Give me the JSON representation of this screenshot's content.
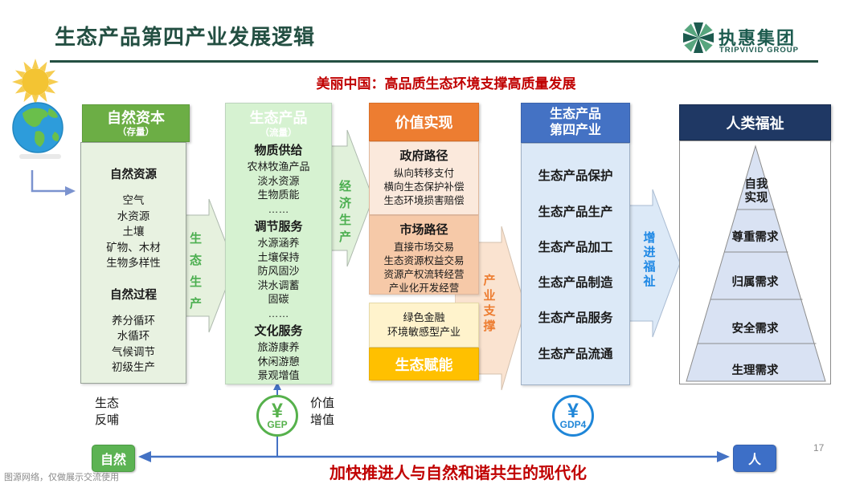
{
  "header": {
    "title": "生态产品第四产业发展逻辑",
    "subtitle": "美丽中国：高品质生态环境支撑高质量发展",
    "logo_name": "执惠集团",
    "logo_sub": "TRIPVIVID GROUP"
  },
  "col1": {
    "header": "自然资本",
    "header_sub": "（存量）",
    "g1_title": "自然资源",
    "g1_items": [
      "空气",
      "水资源",
      "土壤",
      "矿物、木材",
      "生物多样性"
    ],
    "g2_title": "自然过程",
    "g2_items": [
      "养分循环",
      "水循环",
      "气候调节",
      "初级生产"
    ]
  },
  "col2": {
    "header": "生态产品",
    "header_sub": "（流量）",
    "g1_title": "物质供给",
    "g1_items": [
      "农林牧渔产品",
      "淡水资源",
      "生物质能",
      "……"
    ],
    "g2_title": "调节服务",
    "g2_items": [
      "水源涵养",
      "土壤保持",
      "防风固沙",
      "洪水调蓄",
      "固碳",
      "……"
    ],
    "g3_title": "文化服务",
    "g3_items": [
      "旅游康养",
      "休闲游憩",
      "景观增值"
    ]
  },
  "col3": {
    "header": "价值实现",
    "gov_title": "政府路径",
    "gov_items": [
      "纵向转移支付",
      "横向生态保护补偿",
      "生态环境损害赔偿"
    ],
    "market_title": "市场路径",
    "market_items": [
      "直接市场交易",
      "生态资源权益交易",
      "资源产权流转经营",
      "产业化开发经营"
    ],
    "finance_items": [
      "绿色金融",
      "环境敏感型产业"
    ],
    "footer": "生态赋能"
  },
  "col4": {
    "header_line1": "生态产品",
    "header_line2": "第四产业",
    "items": [
      "生态产品保护",
      "生态产品生产",
      "生态产品加工",
      "生态产品制造",
      "生态产品服务",
      "生态产品流通"
    ]
  },
  "col5": {
    "header": "人类福祉",
    "levels": [
      "自我实现",
      "尊重需求",
      "归属需求",
      "安全需求",
      "生理需求"
    ]
  },
  "arrows": {
    "a1": "生态生产",
    "a2": "经济生产",
    "a3": "产业支撑",
    "a4": "增进福祉"
  },
  "bottom": {
    "eco_feedback": "生态反哺",
    "value_add": "价值增值",
    "gep_symbol": "¥",
    "gep_label": "GEP",
    "gdp_symbol": "¥",
    "gdp_label": "GDP4",
    "nature": "自然",
    "human": "人",
    "slogan": "加快推进人与自然和谐共生的现代化"
  },
  "meta": {
    "page_number": "17",
    "source_note": "图源网络，仅做展示交流使用"
  },
  "colors": {
    "title_green": "#234F42",
    "col1_green": "#6CAE45",
    "col2_light_green": "#D6F2D1",
    "orange": "#ED7D31",
    "gold": "#FFC000",
    "blue": "#4472C4",
    "navy": "#1F3864",
    "red": "#C00000",
    "gep_green": "#56B14C",
    "gdp_blue": "#1F86D8"
  }
}
